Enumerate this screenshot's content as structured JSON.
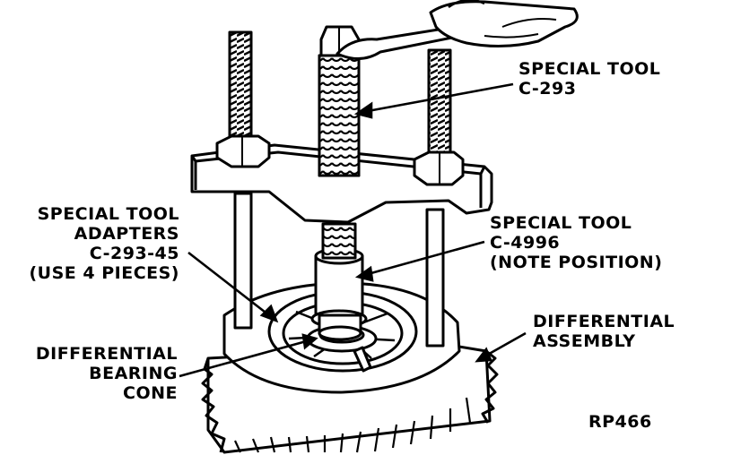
{
  "labels": {
    "c293": [
      "SPECIAL TOOL",
      "C-293"
    ],
    "adapters": [
      "SPECIAL TOOL",
      "ADAPTERS",
      "C-293-45",
      "(USE 4 PIECES)"
    ],
    "c4996": [
      "SPECIAL TOOL",
      "C-4996",
      "(NOTE POSITION)"
    ],
    "diff_assembly": [
      "DIFFERENTIAL",
      "ASSEMBLY"
    ],
    "bearing_cone": [
      "DIFFERENTIAL",
      "BEARING",
      "CONE"
    ],
    "ref_code": "RP466"
  },
  "colors": {
    "ink": "#000000",
    "paper": "#ffffff"
  }
}
